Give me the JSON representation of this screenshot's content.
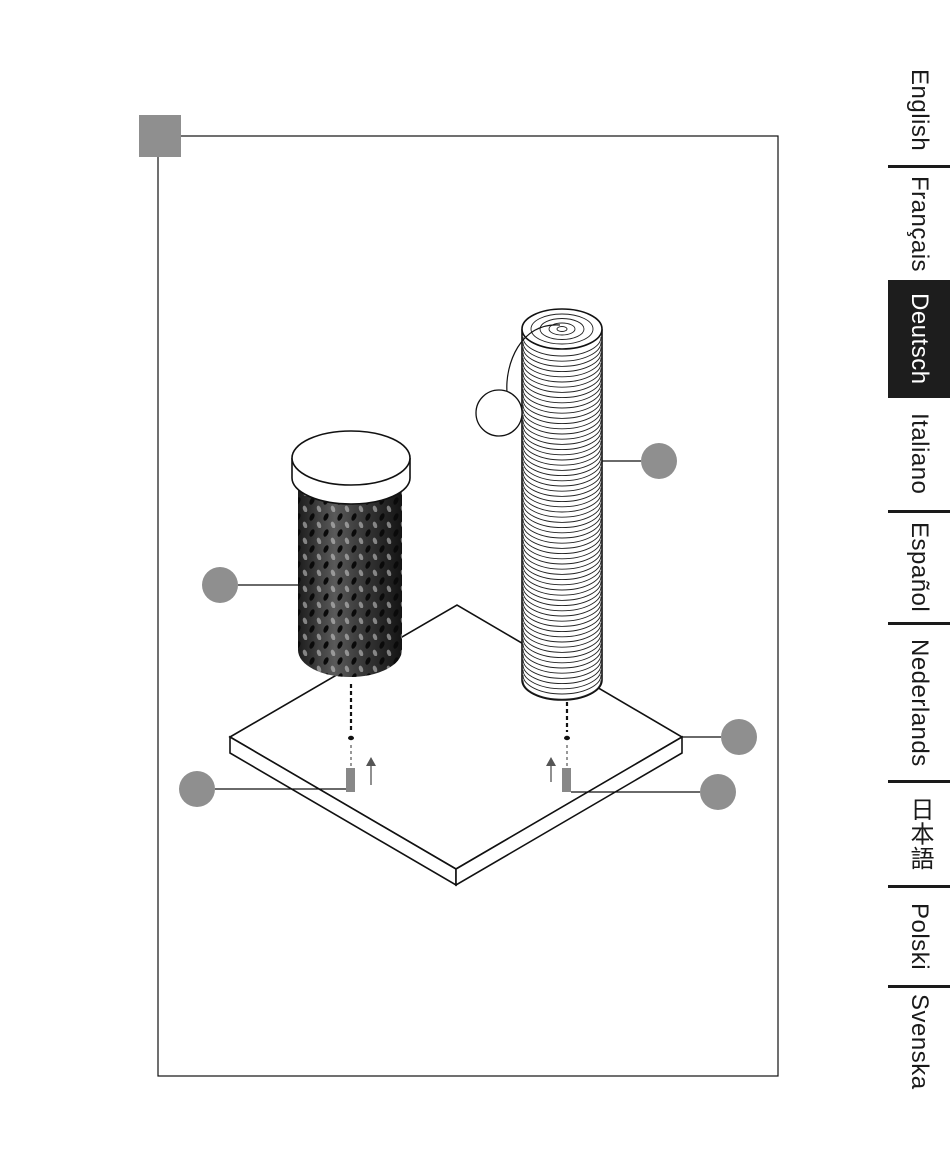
{
  "languages": [
    {
      "label": "English",
      "active": false
    },
    {
      "label": "Français",
      "active": false
    },
    {
      "label": "Deutsch",
      "active": true
    },
    {
      "label": "Italiano",
      "active": false
    },
    {
      "label": "Español",
      "active": false
    },
    {
      "label": "Nederlands",
      "active": false
    },
    {
      "label": "日本語",
      "active": false
    },
    {
      "label": "Polski",
      "active": false
    },
    {
      "label": "Svenska",
      "active": false
    }
  ],
  "colors": {
    "callout": "#8f8f8f",
    "step_badge": "#8f8f8f",
    "line": "#111111",
    "active_tab": "#1d1d1d"
  }
}
